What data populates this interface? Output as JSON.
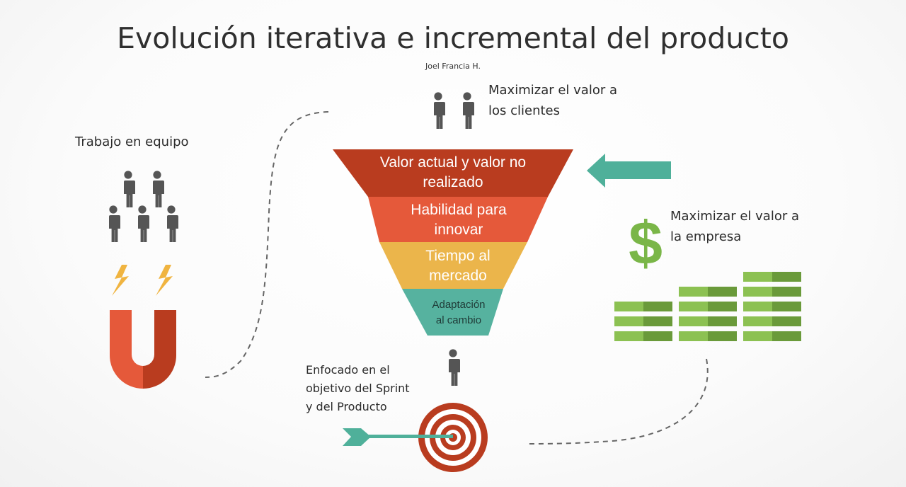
{
  "slide": {
    "title": "Evolución iterativa e incremental del producto",
    "author": "Joel Francia H."
  },
  "labels": {
    "teamwork": "Trabajo en equipo",
    "customers": [
      "Maximizar el valor a",
      "los clientes"
    ],
    "business": [
      "Maximizar el valor a",
      "la empresa"
    ],
    "focus": [
      "Enfocado en el",
      "objetivo del Sprint",
      "y del Producto"
    ]
  },
  "funnel": [
    {
      "lines": [
        "Valor actual y valor no",
        "realizado"
      ],
      "color": "#b93c1f"
    },
    {
      "lines": [
        "Habilidad para",
        "innovar"
      ],
      "color": "#e5593a"
    },
    {
      "lines": [
        "Tiempo al",
        "mercado"
      ],
      "color": "#ebb54b"
    },
    {
      "lines": [
        "Adaptación",
        "al cambio"
      ],
      "color": "#56b29f"
    }
  ],
  "colors": {
    "person": "#555555",
    "magnet_light": "#e5593a",
    "magnet_dark": "#b93c1f",
    "spark": "#f0b440",
    "arrow": "#4fb09a",
    "dollar": "#7ab648",
    "money_light": "#8cc152",
    "money_dark": "#6a9a3a",
    "target": "#b93c1f",
    "dashed": "#666666"
  },
  "icons": [
    "person-icon",
    "magnet-icon",
    "spark-icon",
    "dollar-icon",
    "money-stack-icon",
    "target-icon",
    "arrow-icon"
  ]
}
